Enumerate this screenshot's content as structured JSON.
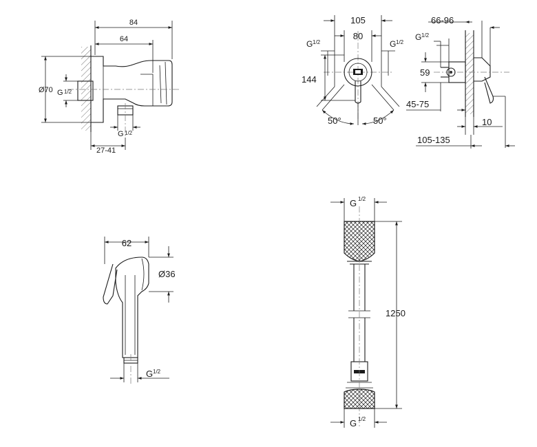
{
  "views": {
    "wall_outlet": {
      "dim_total_width": "84",
      "dim_inner_width": "64",
      "dim_diameter": "Ø70",
      "thread_inlet": "G",
      "thread_inlet_fraction": "1/2",
      "thread_outlet": "G",
      "thread_outlet_fraction": "1/2",
      "dim_depth_range": "27-41"
    },
    "valve_front": {
      "dim_overall": "105",
      "dim_inner": "80",
      "dim_height": "144",
      "thread_left": "G",
      "thread_left_fraction": "1/2",
      "thread_right": "G",
      "thread_right_fraction": "1/2",
      "angle_left": "50°",
      "angle_right": "50°"
    },
    "valve_side": {
      "dim_projection_range": "66-96",
      "thread": "G",
      "thread_fraction": "1/2",
      "dim_height": "59",
      "dim_range_depth": "45-75",
      "dim_plate": "10",
      "dim_total_depth": "105-135"
    },
    "hand_shower": {
      "dim_length": "62",
      "dim_diameter": "Ø36",
      "thread": "G",
      "thread_fraction": "1/2"
    },
    "hose": {
      "thread_top": "G",
      "thread_top_fraction": "1/2",
      "dim_length": "1250",
      "thread_bottom": "G",
      "thread_bottom_fraction": "1/2"
    }
  }
}
